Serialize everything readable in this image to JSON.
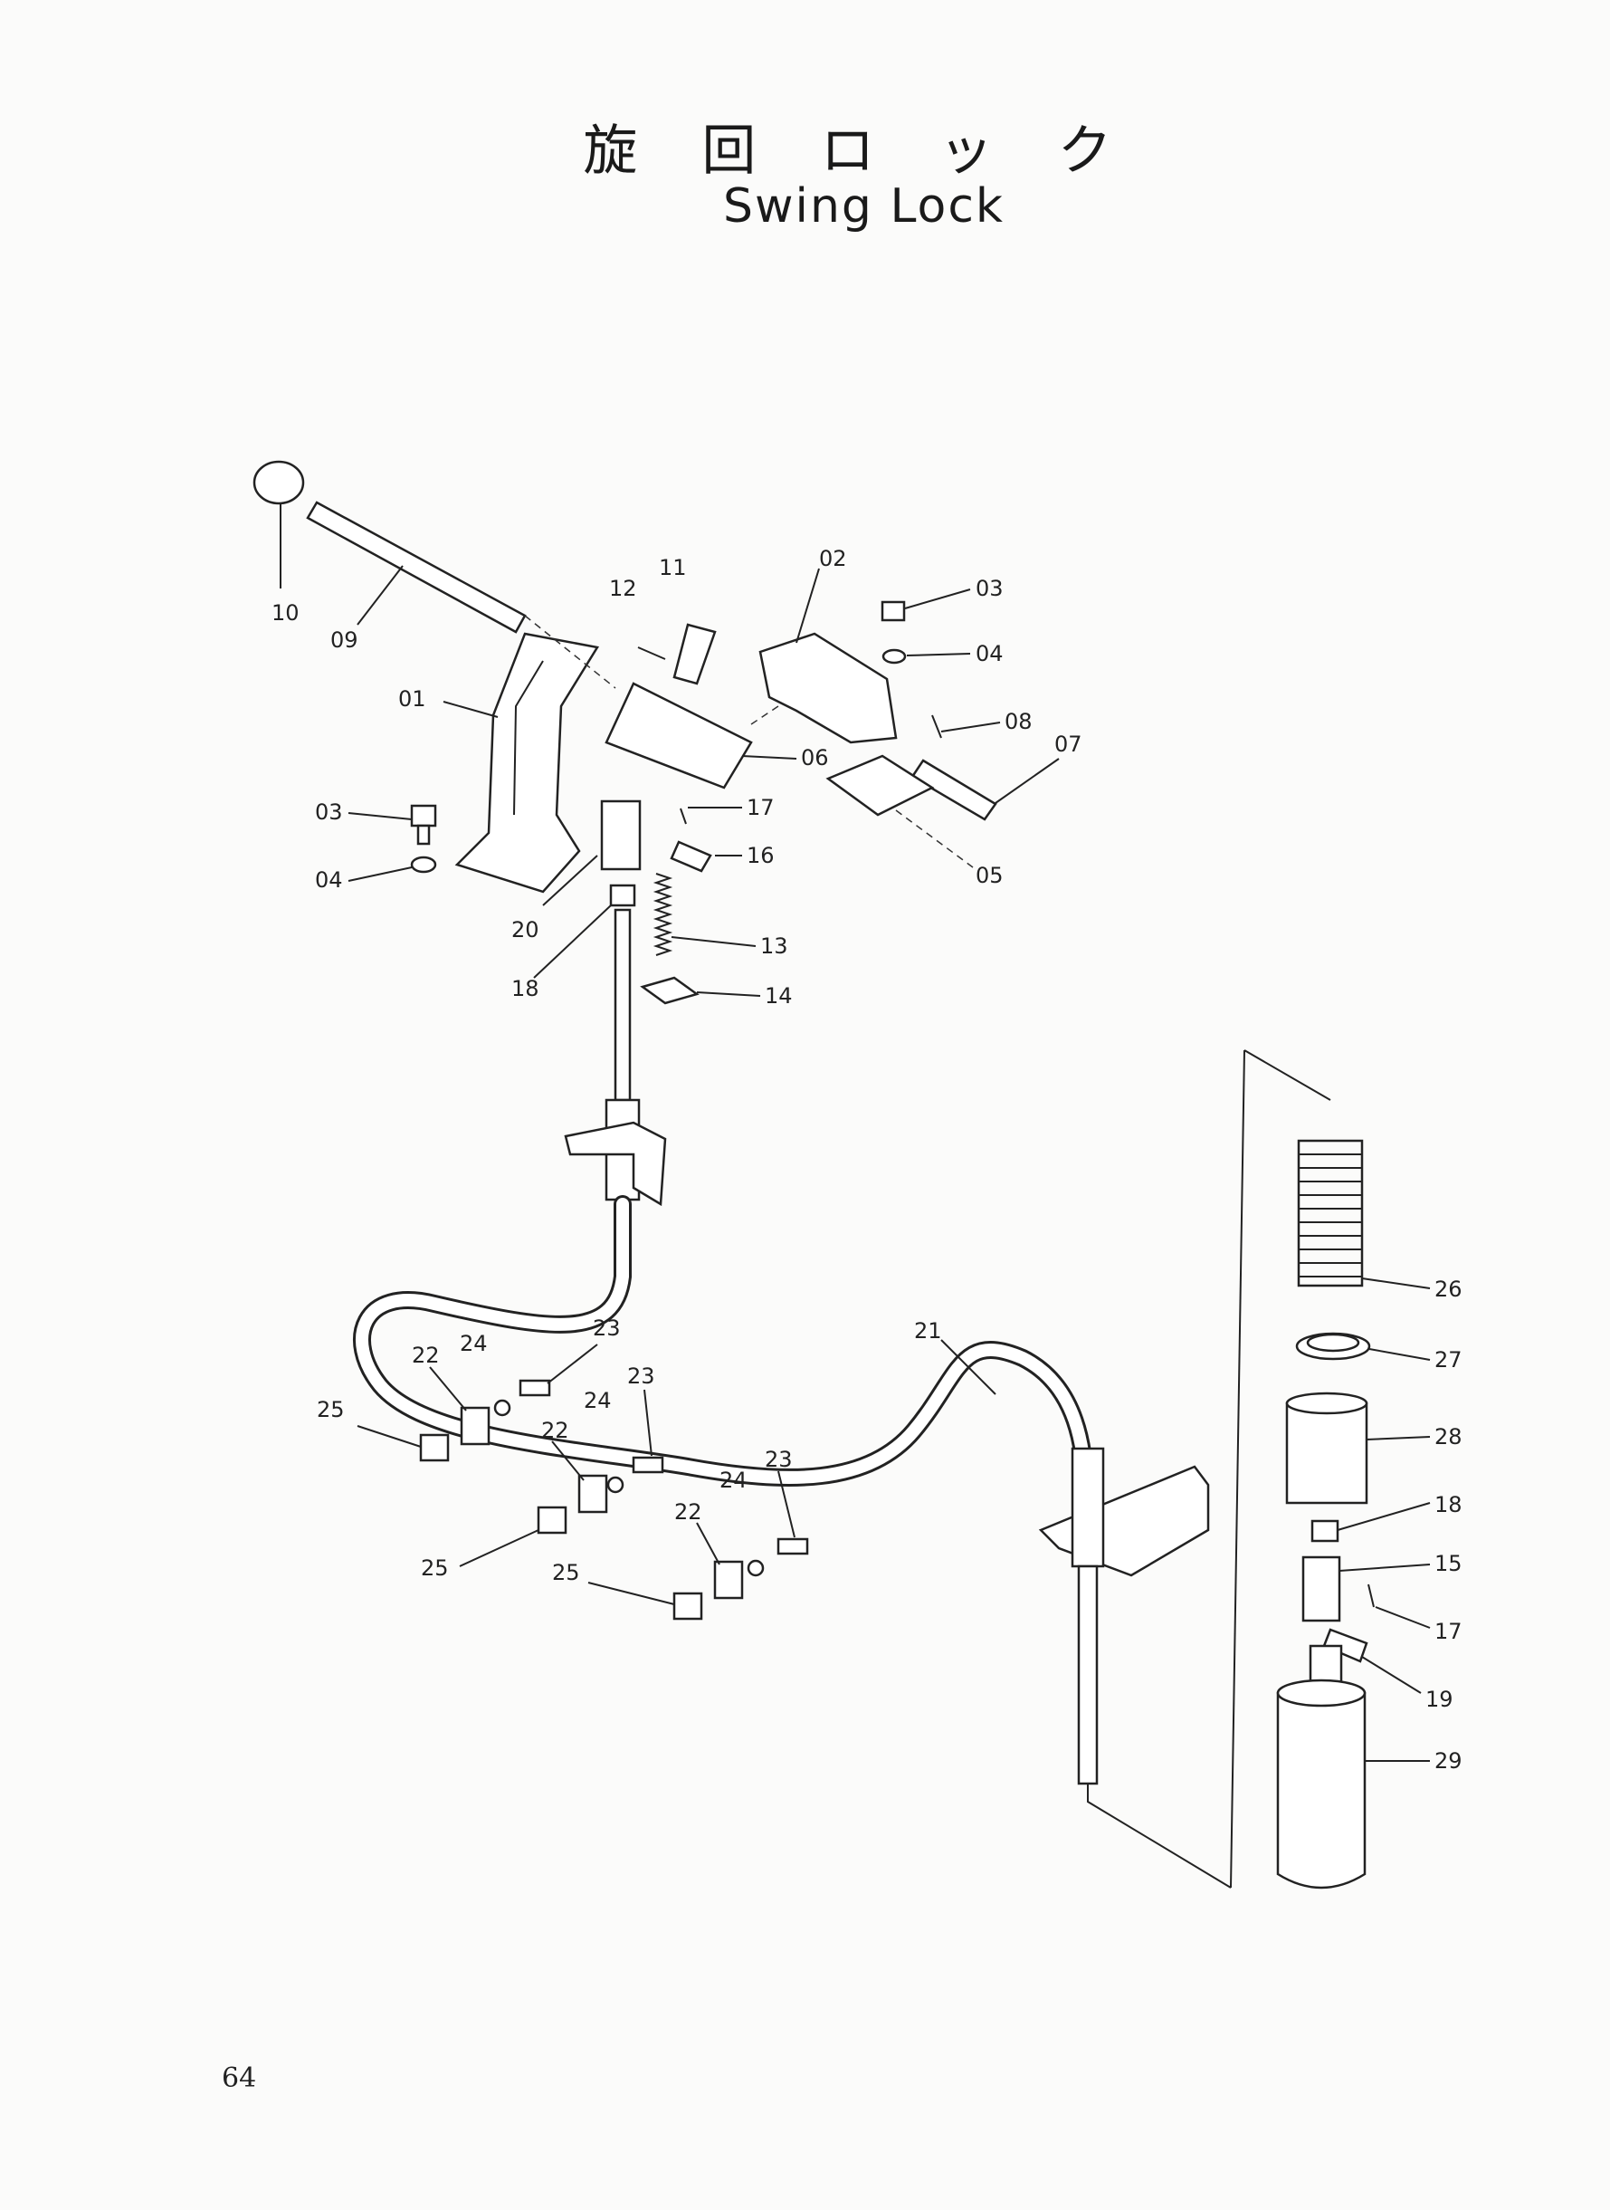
{
  "title": {
    "japanese": "旋 回 ロ ッ ク",
    "english": "Swing Lock"
  },
  "page_number": "64",
  "callouts": [
    {
      "id": "01"
    },
    {
      "id": "02"
    },
    {
      "id": "03"
    },
    {
      "id": "03b",
      "text": "03"
    },
    {
      "id": "04"
    },
    {
      "id": "04b",
      "text": "04"
    },
    {
      "id": "05"
    },
    {
      "id": "06"
    },
    {
      "id": "07"
    },
    {
      "id": "08"
    },
    {
      "id": "09"
    },
    {
      "id": "10"
    },
    {
      "id": "11"
    },
    {
      "id": "12"
    },
    {
      "id": "13"
    },
    {
      "id": "14"
    },
    {
      "id": "15"
    },
    {
      "id": "16"
    },
    {
      "id": "17"
    },
    {
      "id": "17b",
      "text": "17"
    },
    {
      "id": "18"
    },
    {
      "id": "18b",
      "text": "18"
    },
    {
      "id": "19"
    },
    {
      "id": "20"
    },
    {
      "id": "21"
    },
    {
      "id": "22a",
      "text": "22"
    },
    {
      "id": "22b",
      "text": "22"
    },
    {
      "id": "22c",
      "text": "22"
    },
    {
      "id": "23a",
      "text": "23"
    },
    {
      "id": "23b",
      "text": "23"
    },
    {
      "id": "23c",
      "text": "23"
    },
    {
      "id": "24a",
      "text": "24"
    },
    {
      "id": "24b",
      "text": "24"
    },
    {
      "id": "24c",
      "text": "24"
    },
    {
      "id": "25a",
      "text": "25"
    },
    {
      "id": "25b",
      "text": "25"
    },
    {
      "id": "25c",
      "text": "25"
    },
    {
      "id": "26"
    },
    {
      "id": "27"
    },
    {
      "id": "28"
    },
    {
      "id": "29"
    }
  ]
}
